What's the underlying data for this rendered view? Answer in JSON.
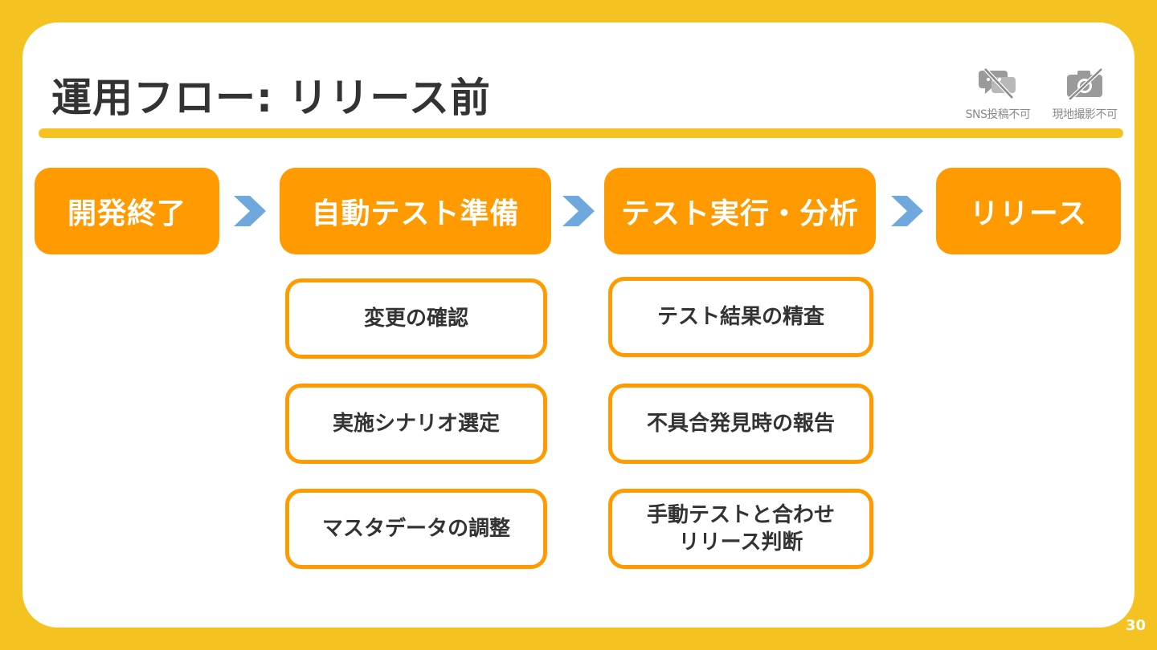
{
  "slide": {
    "title": "運用フロー: リリース前",
    "page_number": "30"
  },
  "notices": [
    {
      "icon": "no-chat-icon",
      "label": "SNS投稿不可"
    },
    {
      "icon": "no-camera-icon",
      "label": "現地撮影不可"
    }
  ],
  "flow": {
    "steps": [
      {
        "label": "開発終了"
      },
      {
        "label": "自動テスト準備"
      },
      {
        "label": "テスト実行・分析"
      },
      {
        "label": "リリース"
      }
    ],
    "tasks_prep": [
      {
        "label": "変更の確認"
      },
      {
        "label": "実施シナリオ選定"
      },
      {
        "label": "マスタデータの調整"
      }
    ],
    "tasks_exec": [
      {
        "label": "テスト結果の精査"
      },
      {
        "label": "不具合発見時の報告"
      },
      {
        "label": "手動テストと合わせ\nリリース判断"
      }
    ]
  },
  "colors": {
    "background": "#F4C321",
    "accent": "#FF9A00",
    "arrow": "#6FA8DC",
    "text": "#333333"
  }
}
